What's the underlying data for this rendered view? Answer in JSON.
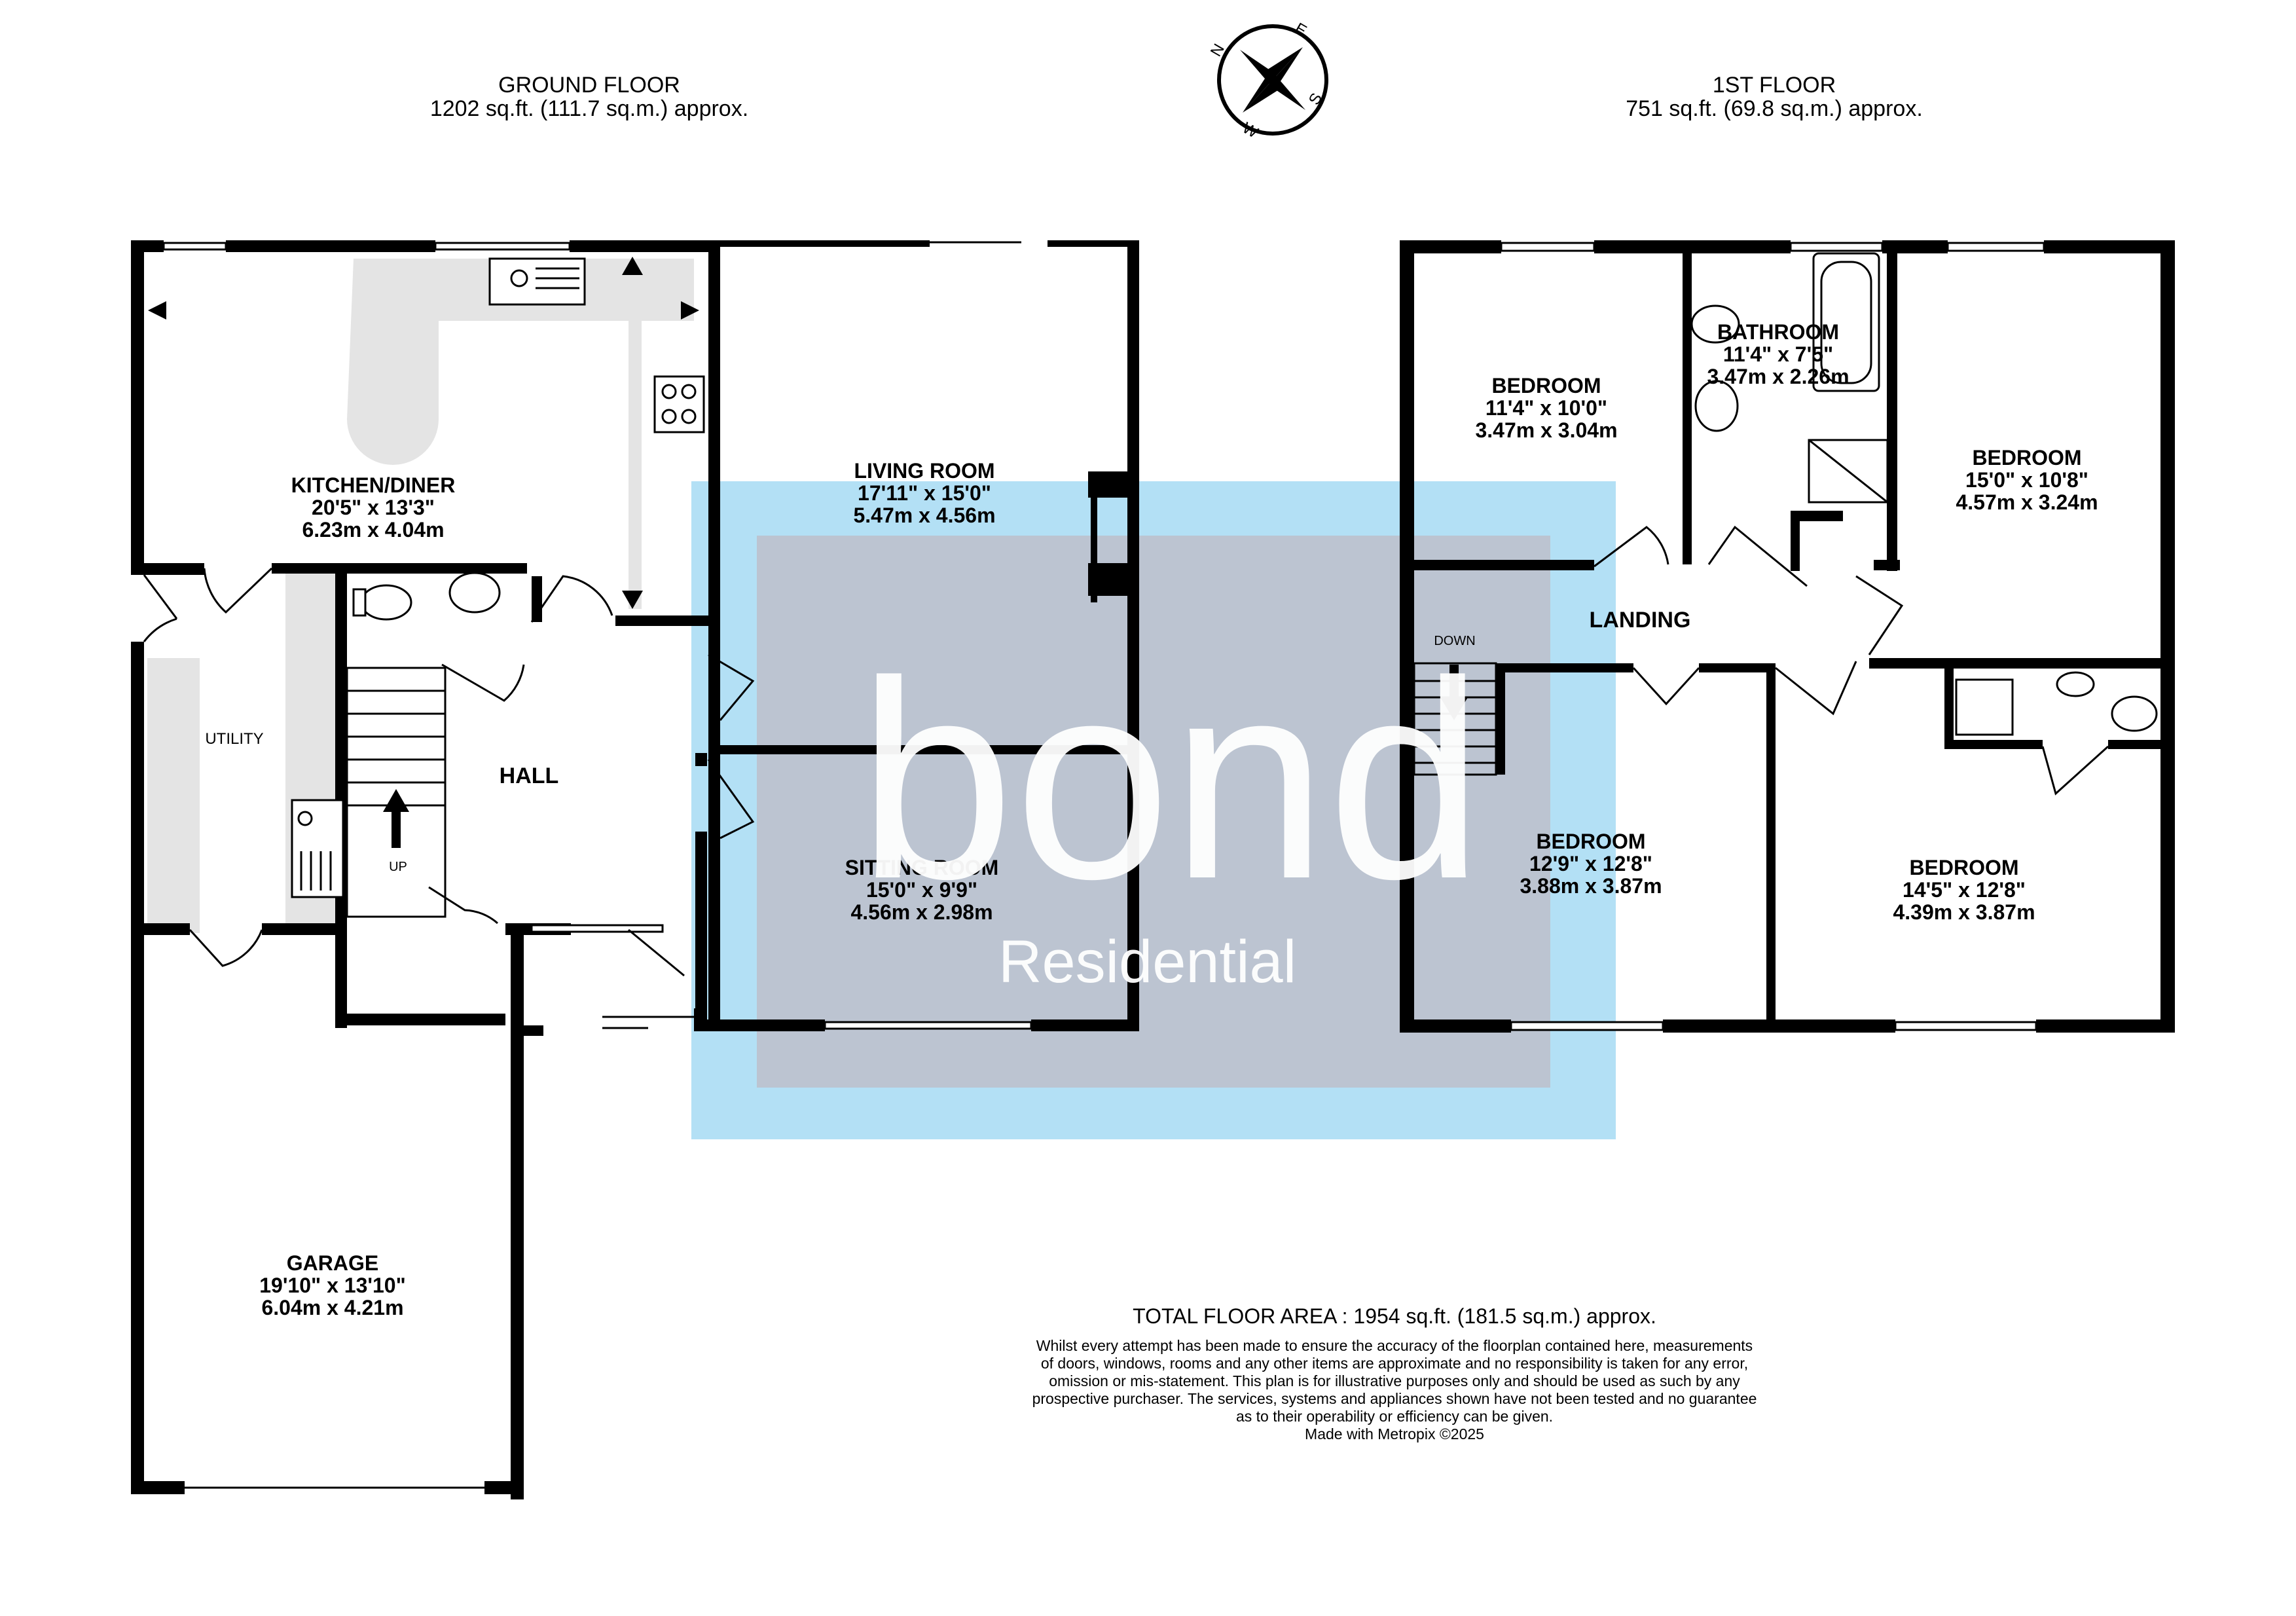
{
  "ground_floor": {
    "title": "GROUND FLOOR",
    "area": "1202 sq.ft. (111.7 sq.m.) approx.",
    "rooms": [
      {
        "name": "KITCHEN/DINER",
        "imperial": "20'5\"  x 13'3\"",
        "metric": "6.23m  x 4.04m"
      },
      {
        "name": "LIVING ROOM",
        "imperial": "17'11\"  x 15'0\"",
        "metric": "5.47m  x 4.56m"
      },
      {
        "name": "SITTING ROOM",
        "imperial": "15'0\"  x 9'9\"",
        "metric": "4.56m  x 2.98m"
      },
      {
        "name": "GARAGE",
        "imperial": "19'10\"  x 13'10\"",
        "metric": "6.04m  x 4.21m"
      }
    ],
    "utility_label": "UTILITY",
    "hall_label": "HALL",
    "stairs_label": "UP"
  },
  "first_floor": {
    "title": "1ST FLOOR",
    "area": "751 sq.ft. (69.8 sq.m.) approx.",
    "rooms": [
      {
        "name": "BEDROOM",
        "imperial": "11'4\"  x 10'0\"",
        "metric": "3.47m  x 3.04m"
      },
      {
        "name": "BATHROOM",
        "imperial": "11'4\"  x 7'5\"",
        "metric": "3.47m  x 2.26m"
      },
      {
        "name": "BEDROOM",
        "imperial": "15'0\"  x 10'8\"",
        "metric": "4.57m  x 3.24m"
      },
      {
        "name": "BEDROOM",
        "imperial": "12'9\"  x 12'8\"",
        "metric": "3.88m  x 3.87m"
      },
      {
        "name": "BEDROOM",
        "imperial": "14'5\"  x 12'8\"",
        "metric": "4.39m  x 3.87m"
      }
    ],
    "landing_label": "LANDING",
    "stairs_label": "DOWN"
  },
  "compass": {
    "n": "N",
    "e": "E",
    "s": "S",
    "w": "W"
  },
  "watermark": {
    "brand": "bond",
    "sub": "Residential"
  },
  "total_area": "TOTAL FLOOR AREA : 1954 sq.ft. (181.5 sq.m.) approx.",
  "disclaimer": [
    "Whilst every attempt has been made to ensure the accuracy of the floorplan contained here, measurements",
    "of doors, windows, rooms and any other items are approximate and no responsibility is taken for any error,",
    "omission or mis-statement. This plan is for illustrative purposes only and should be used as such by any",
    "prospective purchaser. The services, systems and appliances shown have not been tested and no guarantee",
    "as to their operability or efficiency can be given."
  ],
  "credit": "Made with Metropix ©2025",
  "colors": {
    "wall": "#000000",
    "watermark_outer": "#b3e0f5",
    "watermark_inner": "#bcc4d1",
    "fixture": "#e4e4e4"
  }
}
